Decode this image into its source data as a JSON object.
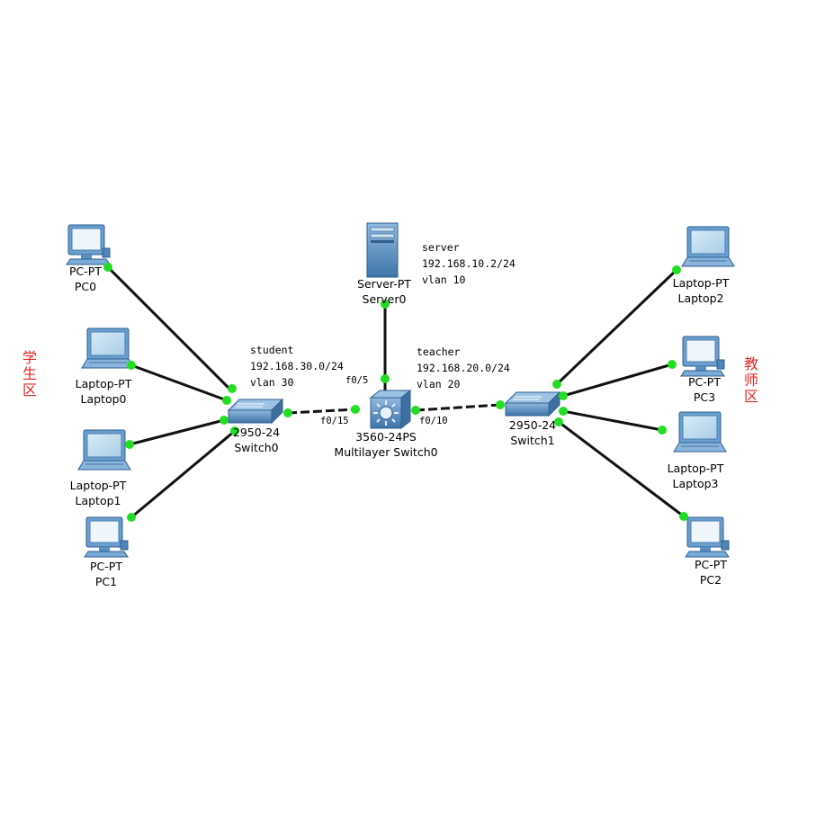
{
  "zones": {
    "student": "学生区",
    "teacher": "教师区"
  },
  "colors": {
    "link": "#111111",
    "port": "#22dd22",
    "zone": "#e8251f",
    "device": "#5b8fc4"
  },
  "devices": {
    "pc0": {
      "model": "PC-PT",
      "name": "PC0",
      "icon": "pc-icon"
    },
    "laptop0": {
      "model": "Laptop-PT",
      "name": "Laptop0",
      "icon": "laptop-icon"
    },
    "laptop1": {
      "model": "Laptop-PT",
      "name": "Laptop1",
      "icon": "laptop-icon"
    },
    "pc1": {
      "model": "PC-PT",
      "name": "PC1",
      "icon": "pc-icon"
    },
    "switch0": {
      "model": "2950-24",
      "name": "Switch0",
      "icon": "switch-icon"
    },
    "server0": {
      "model": "Server-PT",
      "name": "Server0",
      "icon": "server-icon"
    },
    "mls0": {
      "model": "3560-24PS",
      "name": "Multilayer Switch0",
      "icon": "multilayer-switch-icon"
    },
    "switch1": {
      "model": "2950-24",
      "name": "Switch1",
      "icon": "switch-icon"
    },
    "laptop2": {
      "model": "Laptop-PT",
      "name": "Laptop2",
      "icon": "laptop-icon"
    },
    "pc3": {
      "model": "PC-PT",
      "name": "PC3",
      "icon": "pc-icon"
    },
    "laptop3": {
      "model": "Laptop-PT",
      "name": "Laptop3",
      "icon": "laptop-icon"
    },
    "pc2": {
      "model": "PC-PT",
      "name": "PC2",
      "icon": "pc-icon"
    }
  },
  "notes": {
    "student": [
      "student",
      "192.168.30.0/24",
      "vlan 30"
    ],
    "server": [
      "server",
      "192.168.10.2/24",
      "vlan 10"
    ],
    "teacher": [
      "teacher",
      "192.168.20.0/24",
      "vlan 20"
    ]
  },
  "ports": {
    "f05": "f0/5",
    "f015": "f0/15",
    "f010": "f0/10"
  }
}
